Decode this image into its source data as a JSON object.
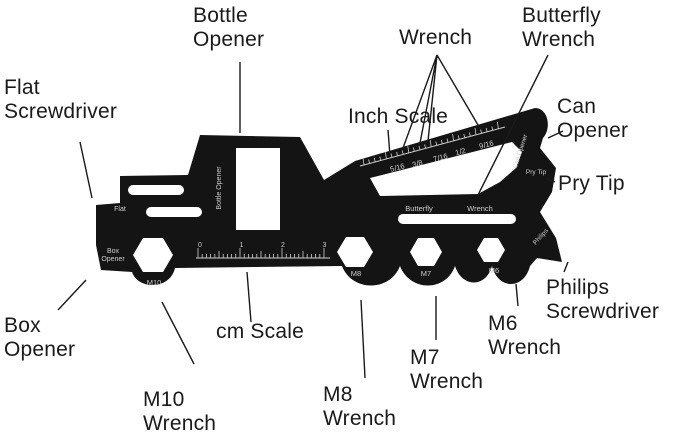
{
  "callouts": {
    "bottle_opener": [
      "Bottle",
      "Opener"
    ],
    "flat_screwdriver": [
      "Flat",
      "Screwdriver"
    ],
    "wrench": [
      "Wrench"
    ],
    "butterfly_wrench": [
      "Butterfly",
      "Wrench"
    ],
    "inch_scale": [
      "Inch Scale"
    ],
    "can_opener": [
      "Can",
      "Opener"
    ],
    "pry_tip": [
      "Pry Tip"
    ],
    "box_opener": [
      "Box",
      "Opener"
    ],
    "cm_scale": [
      "cm Scale"
    ],
    "m10_wrench": [
      "M10",
      "Wrench"
    ],
    "m8_wrench": [
      "M8",
      "Wrench"
    ],
    "m7_wrench": [
      "M7",
      "Wrench"
    ],
    "m6_wrench": [
      "M6",
      "Wrench"
    ],
    "philips_screwdriver": [
      "Philips",
      "Screwdriver"
    ]
  },
  "engravings": {
    "flat": "Flat",
    "box_opener": [
      "Box",
      "Opener"
    ],
    "bottle_opener": "Bottle Opener",
    "can_opener": "Can Opener",
    "pry_tip": "Pry Tip",
    "philips": "Philips",
    "butterfly": "Butterfly",
    "wrench": "Wrench",
    "m10": "M10",
    "m8": "M8",
    "m7": "M7",
    "m6": "M6",
    "cm_ticks": [
      "0",
      "1",
      "2",
      "3"
    ],
    "inch_ticks": [
      "5/16",
      "3/8",
      "7/16",
      "1/2",
      "9/16"
    ]
  },
  "colors": {
    "tool": "#141414",
    "engraving": "#cfcfcf",
    "leader": "#1a1a1a",
    "text": "#1a1a1a"
  }
}
